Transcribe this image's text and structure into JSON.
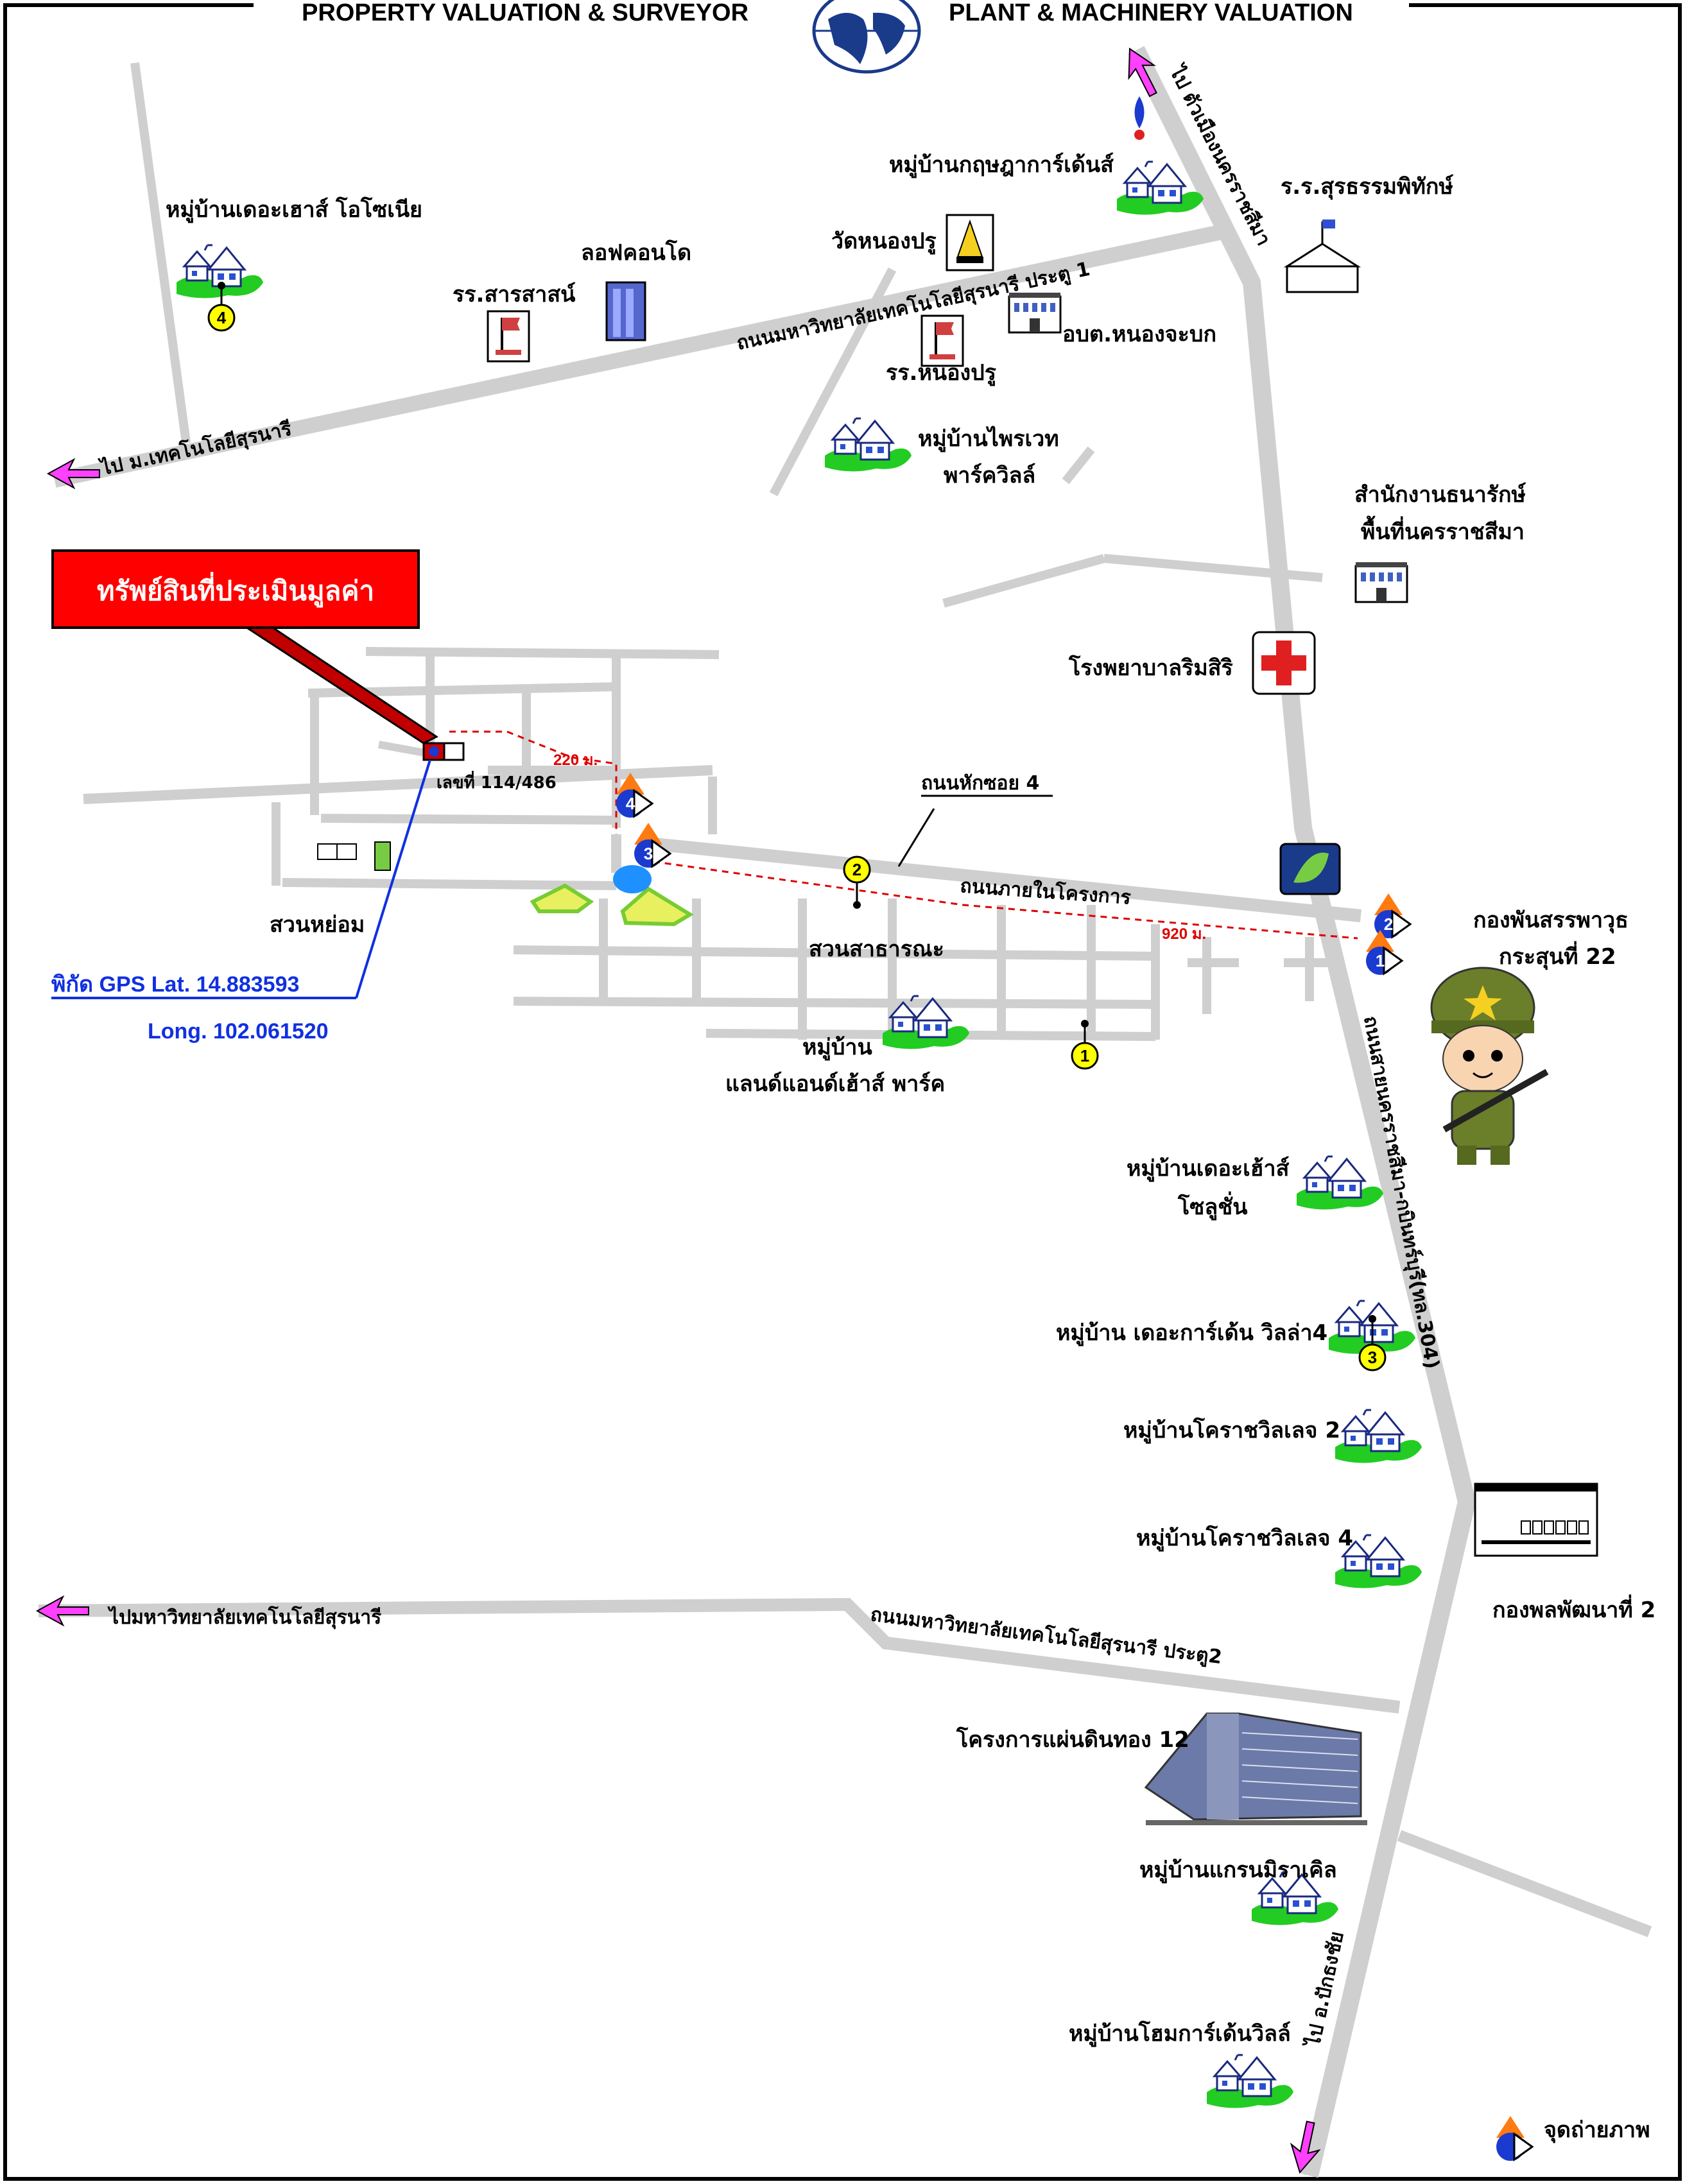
{
  "header": {
    "left": "PROPERTY VALUATION & SURVEYOR",
    "right": "PLANT & MACHINERY VALUATION"
  },
  "colors": {
    "road": "#cfcfcf",
    "subject_box": "#ff0000",
    "gps_text": "#1030e0",
    "distance": "#e00000",
    "marker_yellow": "#ffff00",
    "arrow": "#ff40ff"
  },
  "property_label": "ทรัพย์สินที่ประเมินมูลค่า",
  "property_number": "เลขที่ 114/486",
  "gps": {
    "lat": "พิกัด GPS Lat. 14.883593",
    "long": "Long. 102.061520"
  },
  "distances": {
    "d1": "220 ม.",
    "d2": "920 ม."
  },
  "roads": {
    "to_sut_top": "ไป ม.เทคโนโลยีสุรนารี",
    "sut_gate1": "ถนนมหาวิทยาลัยเทคโนโลยีสุรนารี ประตู 1",
    "to_city": "ไป ตัวเมืองนครราชสีมา",
    "highway": "ถนนสายนครราชสีมา-กบินทร์บุรี(ทล.304)",
    "soi4": "ถนนหักซอย 4",
    "project_road": "ถนนภายในโครงการ",
    "to_sut_bottom": "ไปมหาวิทยาลัยเทคโนโลยีสุรนารี",
    "sut_gate2": "ถนนมหาวิทยาลัยเทคโนโลยีสุรนารี ประตู2",
    "to_pakthongchai": "ไป อ.ปักธงชัย"
  },
  "places": {
    "the_house_osonia": "หมู่บ้านเดอะเฮาส์ โอโซเนีย",
    "loft_condo": "ลอฟคอนโด",
    "sarasas_school": "รร.สารสาสน์",
    "wat_nong_paru": "วัดหนองปรู",
    "krisada_garden": "หมู่บ้านกฤษฎาการ์เด้นส์",
    "surathampitak": "ร.ร.สุรธรรมพิทักษ์",
    "nongjabok_sao": "อบต.หนองจะบก",
    "nong_paru_school": "รร.หนองปรู",
    "praivet_1": "หมู่บ้านไพรเวท",
    "praivet_2": "พาร์ควิลล์",
    "treasury_1": "สำนักงานธนารักษ์",
    "treasury_2": "พื้นที่นครราชสีมา",
    "hospital": "โรงพยาบาลริมสิริ",
    "suan_hyom": "สวนหย่อม",
    "public_park": "สวนสาธารณะ",
    "land_house_1": "หมู่บ้าน",
    "land_house_2": "แลนด์แอนด์เฮ้าส์ พาร์ค",
    "army_1": "กองพันสรรพาวุธ",
    "army_2": "กระสุนที่ 22",
    "the_house_solution_1": "หมู่บ้านเดอะเฮ้าส์",
    "the_house_solution_2": "โซลูชั่น",
    "the_garden_villa": "หมู่บ้าน เดอะการ์เด้น วิลล่า4",
    "korat_ville_2": "หมู่บ้านโคราชวิลเลจ 2",
    "korat_ville_4": "หมู่บ้านโคราชวิลเลจ 4",
    "dev_division": "กองพลพัฒนาที่ 2",
    "paendin_thong": "โครงการแผ่นดินทอง 12",
    "grand_miracle": "หมู่บ้านแกรนมิราเคิล",
    "home_garden": "หมู่บ้านโฮมการ์เด้นวิลล์"
  },
  "legend": "จุดถ่ายภาพ",
  "markers": {
    "photo": [
      "1",
      "2",
      "3",
      "4"
    ],
    "yellow": [
      "1",
      "2",
      "3",
      "4"
    ]
  }
}
